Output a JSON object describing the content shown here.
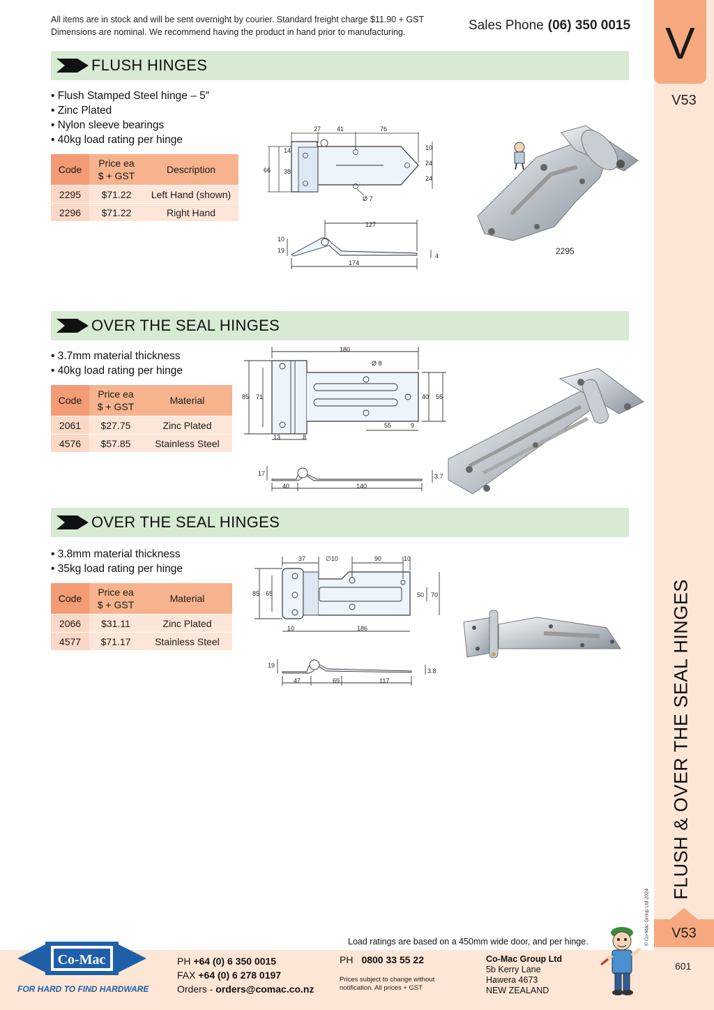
{
  "notice": {
    "line1": "All items are in stock and will be sent overnight by courier. Standard freight charge $11.90 + GST",
    "line2": "Dimensions are nominal. We recommend having the product in hand prior to manufacturing."
  },
  "sales": {
    "label": "Sales Phone",
    "number": "(06) 350 0015"
  },
  "sidebar": {
    "letter": "V",
    "code_top": "V53",
    "title": "FLUSH & OVER THE SEAL HINGES",
    "copyright": "© Co-Mac Group Ltd 2024",
    "code_bottom": "V53",
    "page": "601"
  },
  "sections": [
    {
      "title": "FLUSH HINGES",
      "bullets": [
        "Flush Stamped Steel hinge – 5″",
        "Zinc Plated",
        "Nylon sleeve bearings",
        "40kg load rating per hinge"
      ],
      "table": {
        "headers": [
          "Code",
          "Price ea\n$ + GST",
          "Description"
        ],
        "rows": [
          [
            "2295",
            "$71.22",
            "Left Hand (shown)"
          ],
          [
            "2296",
            "$71.22",
            "Right Hand"
          ]
        ]
      },
      "photo_label": "2295",
      "dims_top": [
        "27",
        "41",
        "76",
        "14",
        "38",
        "66",
        "10",
        "24",
        "24",
        "Ø 7"
      ],
      "dims_side": [
        "127",
        "19",
        "10",
        "4",
        "174"
      ]
    },
    {
      "title": "OVER THE SEAL HINGES",
      "bullets": [
        "3.7mm material thickness",
        "40kg load rating per hinge"
      ],
      "table": {
        "headers": [
          "Code",
          "Price ea\n$ + GST",
          "Material"
        ],
        "rows": [
          [
            "2061",
            "$27.75",
            "Zinc Plated"
          ],
          [
            "4576",
            "$57.85",
            "Stainless Steel"
          ]
        ]
      },
      "dims_top": [
        "180",
        "Ø 8",
        "85",
        "71",
        "40",
        "55",
        "55",
        "9",
        "13",
        "8"
      ],
      "dims_side": [
        "17",
        "3.7",
        "40",
        "140"
      ]
    },
    {
      "title": "OVER THE SEAL HINGES",
      "bullets": [
        "3.8mm material thickness",
        "35kg load rating per hinge"
      ],
      "table": {
        "headers": [
          "Code",
          "Price ea\n$ + GST",
          "Material"
        ],
        "rows": [
          [
            "2066",
            "$31.11",
            "Zinc Plated"
          ],
          [
            "4577",
            "$71.17",
            "Stainless Steel"
          ]
        ]
      },
      "dims_top": [
        "37",
        "∅10",
        "90",
        "10",
        "85",
        "65",
        "50",
        "70",
        "10",
        "186"
      ],
      "dims_side": [
        "19",
        "3.8",
        "47",
        "69",
        "117"
      ]
    }
  ],
  "footer": {
    "load_note": "Load ratings are based on a 450mm wide door, and per hinge.",
    "logo": "Co-Mac",
    "tagline": "FOR HARD TO FIND HARDWARE",
    "ph_label": "PH",
    "ph": "+64 (0) 6 350 0015",
    "fax_label": "FAX",
    "fax": "+64 (0) 6 278 0197",
    "orders_label": "Orders -",
    "orders": "orders@comac.co.nz",
    "ph2_label": "PH",
    "ph2": "0800 33 55 22",
    "price_note1": "Prices subject to change without",
    "price_note2": "notification. All prices + GST",
    "company": "Co-Mac Group Ltd",
    "addr1": "5b Kerry Lane",
    "addr2": "Hawera 4673",
    "addr3": "NEW ZEALAND"
  },
  "colors": {
    "section_bg": "#d7ead2",
    "accent_orange": "#f6a97e",
    "table_head": "#f6b38e",
    "brand_blue": "#1f5fa8"
  }
}
